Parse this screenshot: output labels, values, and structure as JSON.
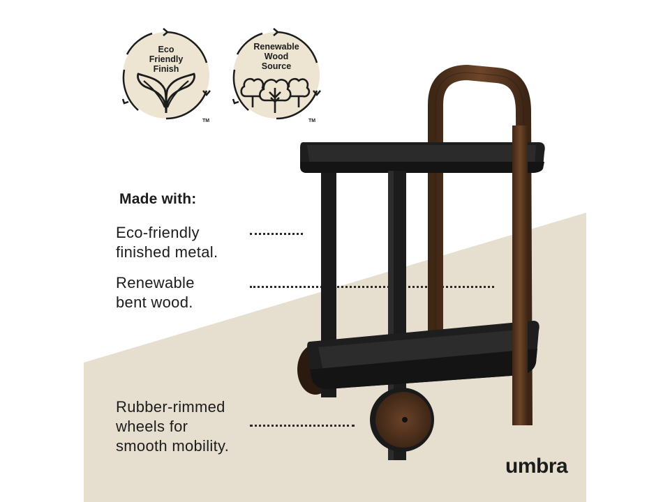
{
  "badges": [
    {
      "lines": [
        "Eco",
        "Friendly",
        "Finish"
      ],
      "icon": "leaf-icon",
      "tm": "TM"
    },
    {
      "lines": [
        "Renewable",
        "Wood",
        "Source"
      ],
      "icon": "trees-icon",
      "tm": "TM"
    }
  ],
  "heading": "Made with:",
  "features": [
    {
      "lines": [
        "Eco-friendly",
        "finished metal."
      ]
    },
    {
      "lines": [
        "Renewable",
        "bent wood."
      ]
    },
    {
      "lines": [
        "Rubber-rimmed",
        "wheels for",
        "smooth mobility."
      ]
    }
  ],
  "brand": "umbra",
  "colors": {
    "badge_fill": "#ede4d1",
    "floor": "#e6dfcf",
    "metal": "#1e1e1e",
    "wood": "#5e3b24",
    "text": "#1c1c1c"
  }
}
